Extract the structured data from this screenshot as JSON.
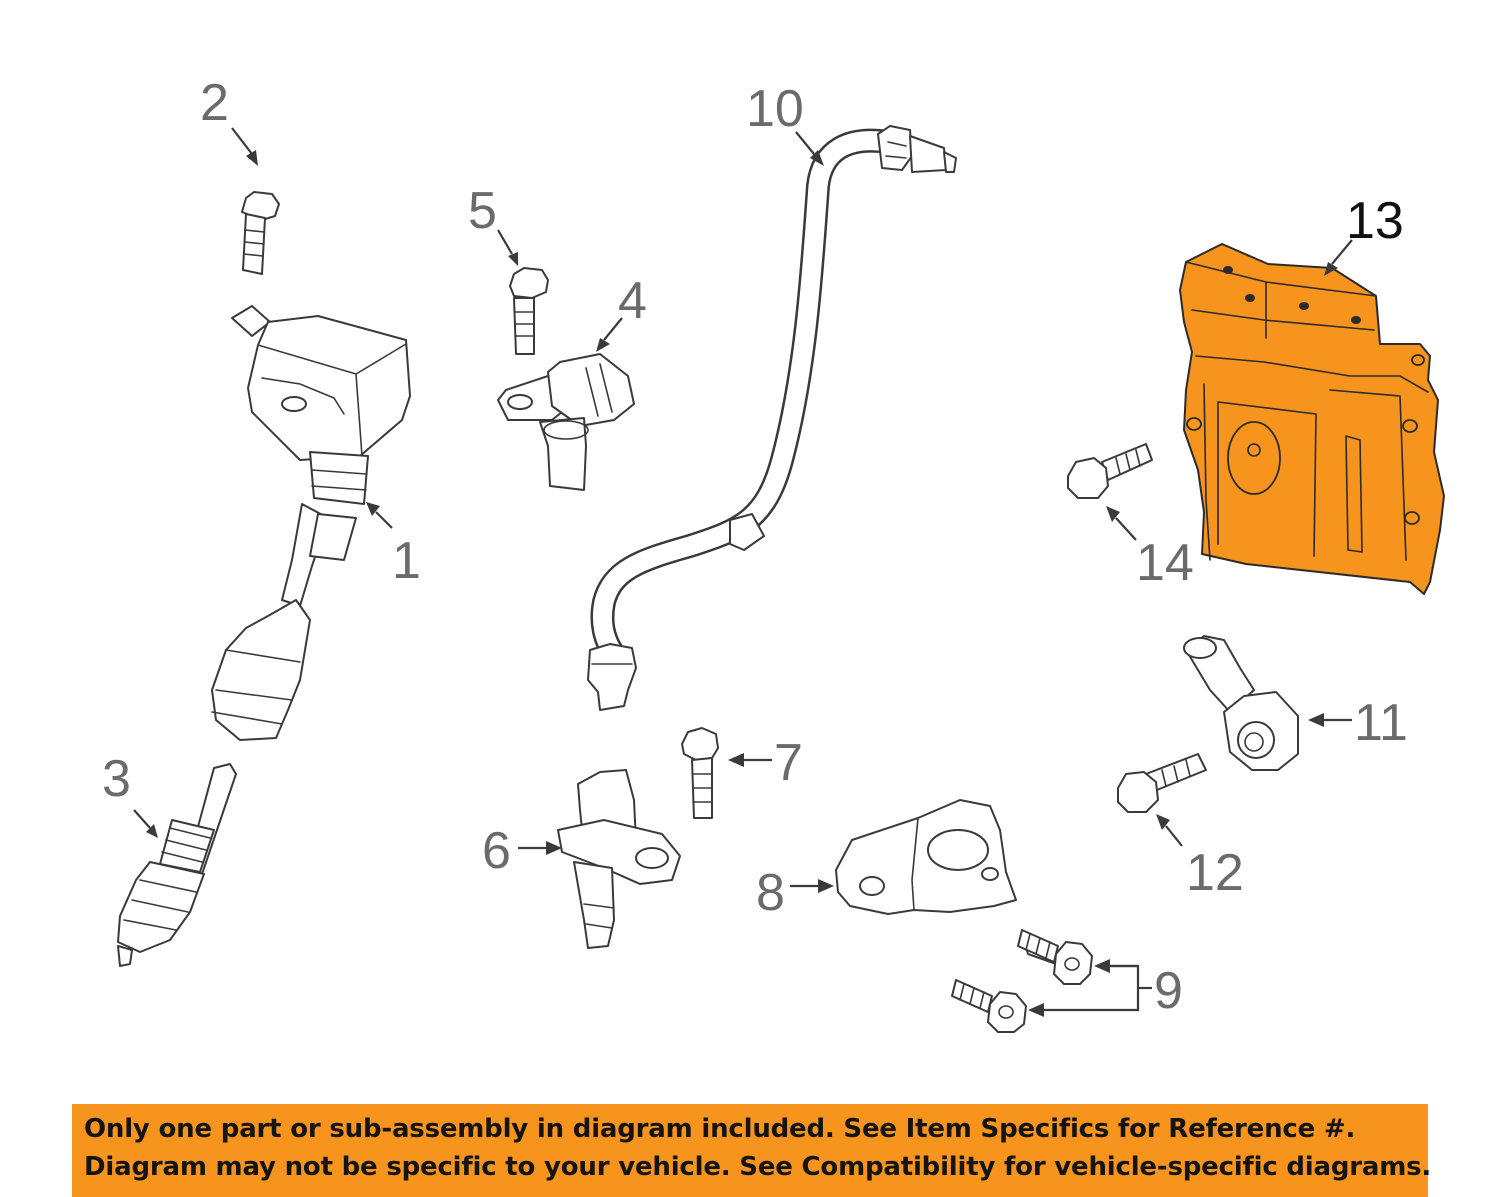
{
  "diagram": {
    "highlighted_part": "13",
    "colors": {
      "highlight": "#f7941d",
      "line": "#3a3a3a",
      "callout": "#6b6b6b",
      "notice_background": "#f7941d"
    },
    "callouts": [
      {
        "id": "1",
        "label": "1"
      },
      {
        "id": "2",
        "label": "2"
      },
      {
        "id": "3",
        "label": "3"
      },
      {
        "id": "4",
        "label": "4"
      },
      {
        "id": "5",
        "label": "5"
      },
      {
        "id": "6",
        "label": "6"
      },
      {
        "id": "7",
        "label": "7"
      },
      {
        "id": "8",
        "label": "8"
      },
      {
        "id": "9",
        "label": "9"
      },
      {
        "id": "10",
        "label": "10"
      },
      {
        "id": "11",
        "label": "11"
      },
      {
        "id": "12",
        "label": "12"
      },
      {
        "id": "13",
        "label": "13"
      },
      {
        "id": "14",
        "label": "14"
      }
    ]
  },
  "notice": {
    "line1": "Only one part or sub-assembly in diagram included. See Item Specifics for Reference #.",
    "line2": "Diagram may not be specific to your vehicle. See Compatibility for vehicle-specific diagrams."
  }
}
